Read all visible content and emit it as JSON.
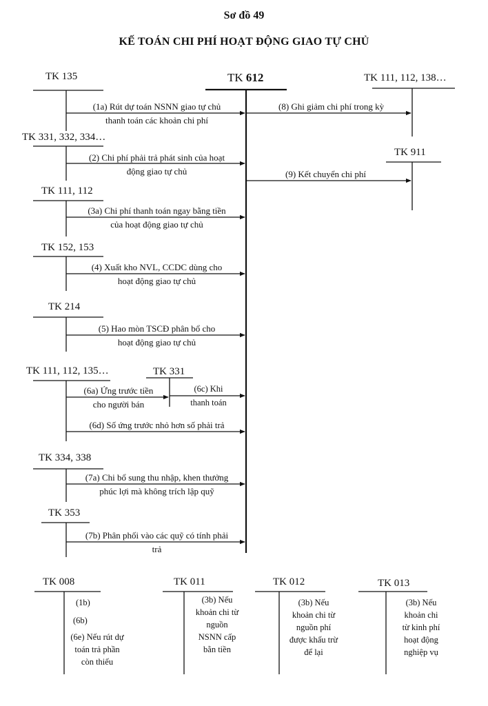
{
  "title": {
    "line1": "Sơ đồ 49",
    "line2": "KẾ TOÁN CHI PHÍ HOẠT ĐỘNG GIAO TỰ CHỦ"
  },
  "accounts": {
    "tk135": "TK 135",
    "tk612_prefix": "TK",
    "tk612_num": "612",
    "tk111_112_138": "TK 111, 112, 138…",
    "tk331_332_334": "TK  331, 332, 334…",
    "tk911": "TK 911",
    "tk111_112": "TK 111, 112",
    "tk152_153": "TK 152, 153",
    "tk214": "TK 214",
    "tk111_112_135": "TK 111, 112, 135…",
    "tk331": "TK 331",
    "tk334_338": "TK 334, 338",
    "tk353": "TK 353",
    "tk008": "TK 008",
    "tk011": "TK 011",
    "tk012": "TK 012",
    "tk013": "TK 013"
  },
  "entries": {
    "e1a_l1": "(1a) Rút dự toán NSNN giao tự chủ",
    "e1a_l2": "thanh toán các khoản chi phí",
    "e8": "(8) Ghi giảm chi phí trong kỳ",
    "e2_l1": "(2) Chi phí phải trả phát sinh của hoạt",
    "e2_l2": "động giao tự chủ",
    "e9": "(9) Kết chuyển chi phí",
    "e3a_l1": "(3a) Chi phí thanh toán ngay bằng tiền",
    "e3a_l2": "của hoạt động giao tự chủ",
    "e4_l1": "(4) Xuất kho NVL, CCDC dùng cho",
    "e4_l2": "hoạt động giao tự chủ",
    "e5_l1": "(5) Hao mòn TSCĐ phân bổ cho",
    "e5_l2": "hoạt động giao tự chủ",
    "e6a_l1": "(6a) Ứng trước tiền",
    "e6a_l2": "cho người bán",
    "e6c_l1": "(6c) Khi",
    "e6c_l2": "thanh toán",
    "e6d": "(6d) Số ứng trước nhỏ hơn số phải trả",
    "e7a_l1": "(7a) Chi bổ sung thu nhập, khen thưởng",
    "e7a_l2": "phúc lợi mà không trích lập quỹ",
    "e7b_l1": "(7b) Phân phối vào các quỹ có tính phải",
    "e7b_l2": "trả"
  },
  "offbalance": {
    "tk008_1b": "(1b)",
    "tk008_6b": "(6b)",
    "tk008_6e_l1": "(6e) Nếu rút dự",
    "tk008_6e_l2": "toán trả phần",
    "tk008_6e_l3": "còn thiếu",
    "tk011_l1": "(3b) Nếu",
    "tk011_l2": "khoản chi từ",
    "tk011_l3": "nguồn",
    "tk011_l4": "NSNN cấp",
    "tk011_l5": "bằn tiền",
    "tk012_l1": "(3b) Nếu",
    "tk012_l2": "khoản chi từ",
    "tk012_l3": "nguồn phí",
    "tk012_l4": "được khấu trừ",
    "tk012_l5": "để lại",
    "tk013_l1": "(3b) Nếu",
    "tk013_l2": "khoản chi",
    "tk013_l3": "từ kinh phí",
    "tk013_l4": "hoạt động",
    "tk013_l5": "nghiệp vụ"
  }
}
